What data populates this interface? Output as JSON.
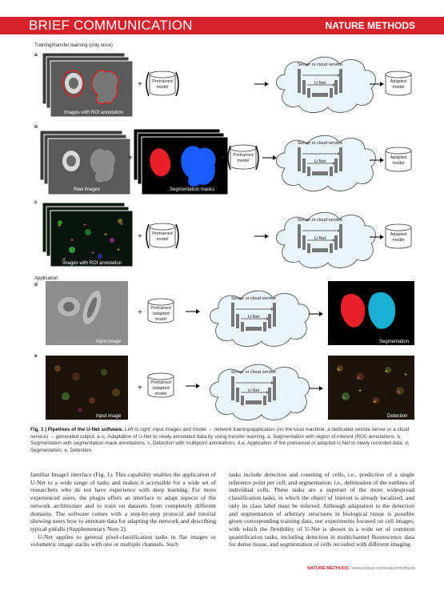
{
  "header": {
    "left": "BRIEF COMMUNICATION",
    "right": "NATURE METHODS"
  },
  "figure": {
    "section_top": "Training/transfer learning (only once)",
    "section_app": "Application",
    "panels": [
      "a",
      "b",
      "c",
      "d",
      "e"
    ],
    "images_roi": "Images with ROI annotation",
    "raw_images": "Raw images",
    "seg_masks": "Segmentation masks",
    "input_image": "Input image",
    "segmentation": "Segmentation",
    "detection": "Detection",
    "pretrained_model": "Pretrained model",
    "pretrained_adapted_model": "Pretrained /adapted model",
    "server": "Server or cloud service",
    "unet": "U-Net",
    "adapted_model": "Adapted model",
    "plus": "+"
  },
  "caption": {
    "bold": "Fig. 1 | Pipelines of the U-Net software.",
    "text": " Left to right: input images and model → network training/application (on the local machine, a dedicated remote server or a cloud service) → generated output. a–c, Adaptation of U-Net to newly annotated data by using transfer learning. a, Segmentation with region of interest (ROI) annotations. b, Segmentation with segmentation-mask annotations. c, Detection with multipoint annotations. d,e, Application of the pretrained or adapted U-Net to newly recorded data. d, Segmentation. e, Detection."
  },
  "body": {
    "left_p1": "familiar ImageJ interface (Fig. 1). This capability enables the application of U-Net to a wide range of tasks and makes it accessible for a wide set of researchers who do not have experience with deep learning. For more experienced users, the plugin offers an interface to adapt aspects of the network architecture and to train on datasets from completely different domains. The software comes with a step-by-step protocol and tutorial showing users how to annotate data for adapting the network and describing typical pitfalls (Supplementary Note 2).",
    "left_p2": "U-Net applies to general pixel-classification tasks in flat images or volumetric image stacks with one or multiple channels. Such",
    "right_p1": "tasks include detection and counting of cells, i.e., prediction of a single reference point per cell, and segmentation, i.e., delineation of the outlines of individual cells. These tasks are a superset of the more widespread classification tasks, in which the object of interest is already localized, and only its class label must be inferred. Although adaptation to the detection and segmentation of arbitrary structures in biological tissue is possible given corresponding training data, our experiments focused on cell images, with which the flexibility of U-Net is shown in a wide set of common quantification tasks, including detection in multichannel fluorescence data for dense tissue, and segmentation of cells recorded with different imaging"
  },
  "footer": {
    "journal": "NATURE METHODS",
    "url": "| www.nature.com/naturemethods"
  },
  "colors": {
    "brand_red": "#d6232b",
    "cloud_fill": "#eaf4fb",
    "seg_red": "#e8202a",
    "seg_blue": "#1a5cff",
    "seg_cyan": "#1ab0d6"
  }
}
